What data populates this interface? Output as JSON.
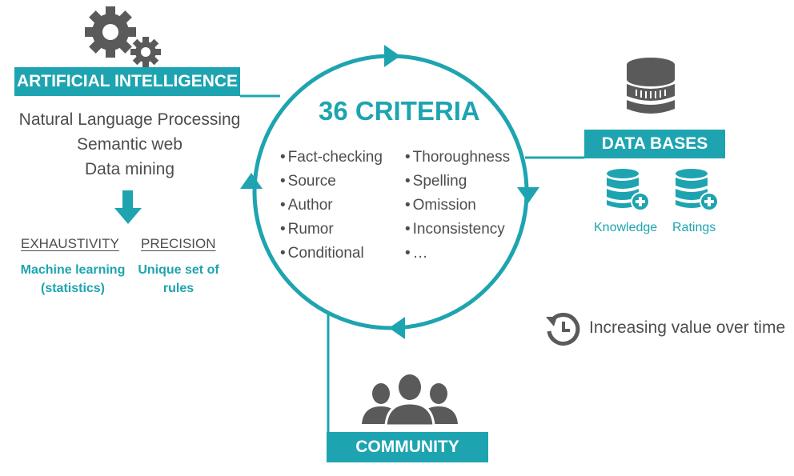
{
  "center": {
    "title": "36 CRITERIA",
    "col1": [
      "Fact-checking",
      "Source",
      "Author",
      "Rumor",
      "Conditional"
    ],
    "col2": [
      "Thoroughness",
      "Spelling",
      "Omission",
      "Inconsistency",
      "…"
    ]
  },
  "ai": {
    "title": "ARTIFICIAL INTELLIGENCE",
    "items": [
      "Natural Language Processing",
      "Semantic web",
      "Data mining"
    ],
    "left_label": "EXHAUSTIVITY",
    "right_label": "PRECISION",
    "left_detail": [
      "Machine learning",
      "(statistics)"
    ],
    "right_detail": [
      "Unique set of",
      "rules"
    ]
  },
  "databases": {
    "title": "DATA BASES",
    "items": [
      "Knowledge",
      "Ratings"
    ]
  },
  "community": {
    "title": "COMMUNITY"
  },
  "note": {
    "text": "Increasing value over time"
  },
  "colors": {
    "accent": "#1ea4b0",
    "text": "#4d4d4d",
    "icon": "#5a5a5a"
  },
  "icons": [
    "gears-icon",
    "down-arrow-icon",
    "database-icon",
    "database-plus-icon",
    "history-clock-icon",
    "community-people-icon"
  ]
}
